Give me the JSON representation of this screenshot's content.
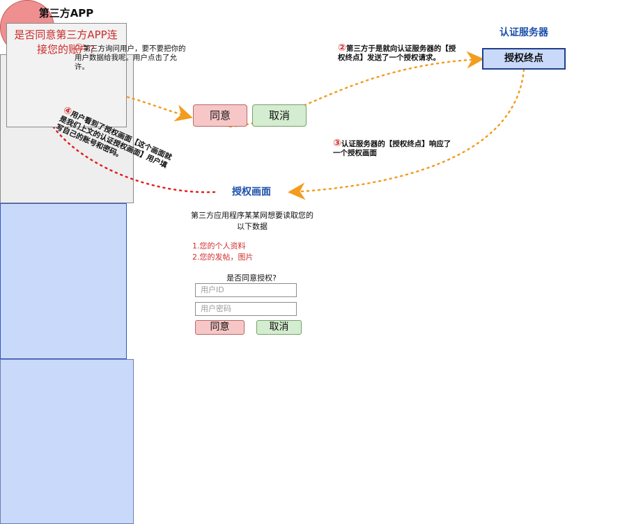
{
  "app": {
    "title": "第三方APP",
    "question": "是否同意第三方APP连接您的账户?",
    "agree_label": "同意",
    "cancel_label": "取消"
  },
  "auth_server": {
    "title": "认证服务器",
    "endpoint_label": "授权终点"
  },
  "grant_screen": {
    "title": "授权画面",
    "description": "第三方应用程序某某网想要读取您的以下数据",
    "items": [
      "1.您的个人资料",
      "2.您的发帖，图片"
    ],
    "question": "是否同意授权?",
    "user_id_placeholder": "用户ID",
    "password_placeholder": "用户密码",
    "agree_label": "同意",
    "cancel_label": "取消"
  },
  "steps": [
    {
      "num": "①",
      "text": "第三方询问用户，要不要把你的用户数据给我呢。用户点击了允许。"
    },
    {
      "num": "②",
      "text": "第三方于是就向认证服务器的【授权终点】发送了一个授权请求。"
    },
    {
      "num": "③",
      "text": "认证服务器的【授权终点】响应了一个授权画面"
    },
    {
      "num": "④",
      "text": "用户看到了授权画面【这个画面就是我们上文的认证授权画面】用户填写自己的账号和密码。"
    }
  ],
  "colors": {
    "orange_arrow": "#f39c1e",
    "red_arrow": "#e02020",
    "user_face": "#ef8f8f",
    "server_fill": "#c9d9fa"
  }
}
